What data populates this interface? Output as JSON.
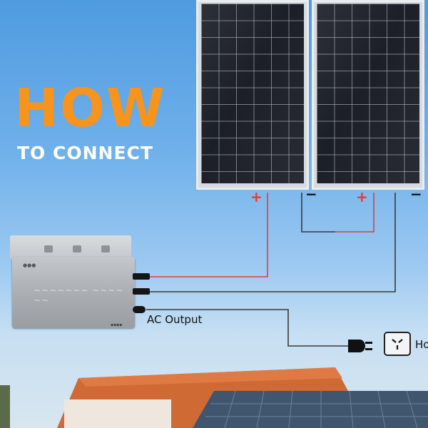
{
  "headline": {
    "main": "HOW",
    "sub": "TO CONNECT"
  },
  "terminals": {
    "panel1_positive": "+",
    "panel1_negative": "−",
    "panel2_positive": "+",
    "panel2_negative": "−"
  },
  "inverter": {
    "output_label": "AC Output"
  },
  "outlet": {
    "label": "Ho"
  },
  "icons": [
    "solar-panel-icon",
    "microinverter-icon",
    "plug-icon",
    "wall-socket-icon"
  ],
  "colors": {
    "accent_orange": "#f7941d",
    "headline_sub": "#ffffff",
    "positive_wire": "#e8393a",
    "negative_wire": "#3a3a3a",
    "sky": "#6fb0ea",
    "roof_tiles": "#d06b35"
  }
}
